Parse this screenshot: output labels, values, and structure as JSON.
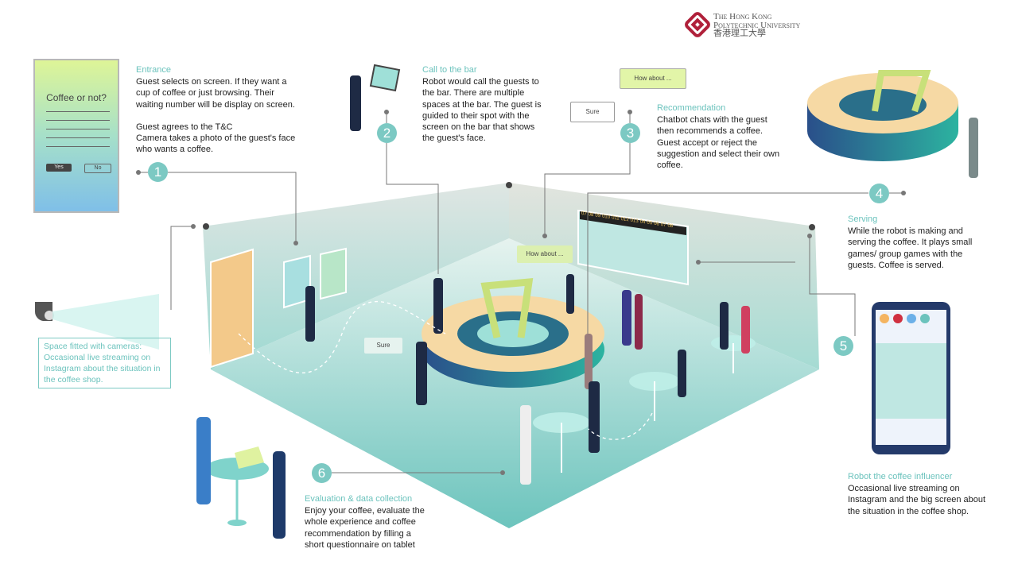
{
  "logo": {
    "line1": "The Hong Kong",
    "line2": "Polytechnic University",
    "line3": "香港理工大學"
  },
  "kiosk": {
    "question": "Coffee or not?",
    "yes": "Yes",
    "no": "No"
  },
  "steps": [
    {
      "number": "1",
      "title": "Entrance",
      "text": "Guest selects on screen. If they want a cup of coffee or just browsing. Their waiting number will be display on screen.\n\nGuest agrees to the T&C\nCamera takes a photo of the guest's face who wants a coffee."
    },
    {
      "number": "2",
      "title": "Call to the bar",
      "text": "Robot would call the guests to the bar. There are multiple spaces at the bar. The guest is guided to their spot with the screen on the bar that shows the guest's face."
    },
    {
      "number": "3",
      "title": "Recommendation",
      "text": "Chatbot chats with the guest then recommends a coffee. Guest accept or reject the suggestion and select their own coffee."
    },
    {
      "number": "4",
      "title": "Serving",
      "text": "While the robot is making and serving the coffee. It plays small games/ group games with the guests. Coffee is served."
    },
    {
      "number": "5",
      "title": "Robot the coffee influencer",
      "text": "Occasional live streaming on Instagram and the big screen about the situation in the coffee shop."
    },
    {
      "number": "6",
      "title": "Evaluation & data collection",
      "text": "Enjoy your coffee, evaluate the whole experience and coffee recommendation by filling a short questionnaire on tablet"
    }
  ],
  "camera_note": "Space fitted with cameras:\nOccasional live streaming on Instagram about the situation in the coffee shop.",
  "bubbles": {
    "how_about": "How about ...",
    "sure": "Sure"
  },
  "queue_numbers": [
    "07",
    "08",
    "09",
    "010",
    "011",
    "012",
    "013",
    "04",
    "05",
    "06",
    "07",
    "08"
  ],
  "colors": {
    "accent": "#7cc9c3",
    "heading": "#6cc3bd",
    "logo_red": "#b0203a"
  }
}
